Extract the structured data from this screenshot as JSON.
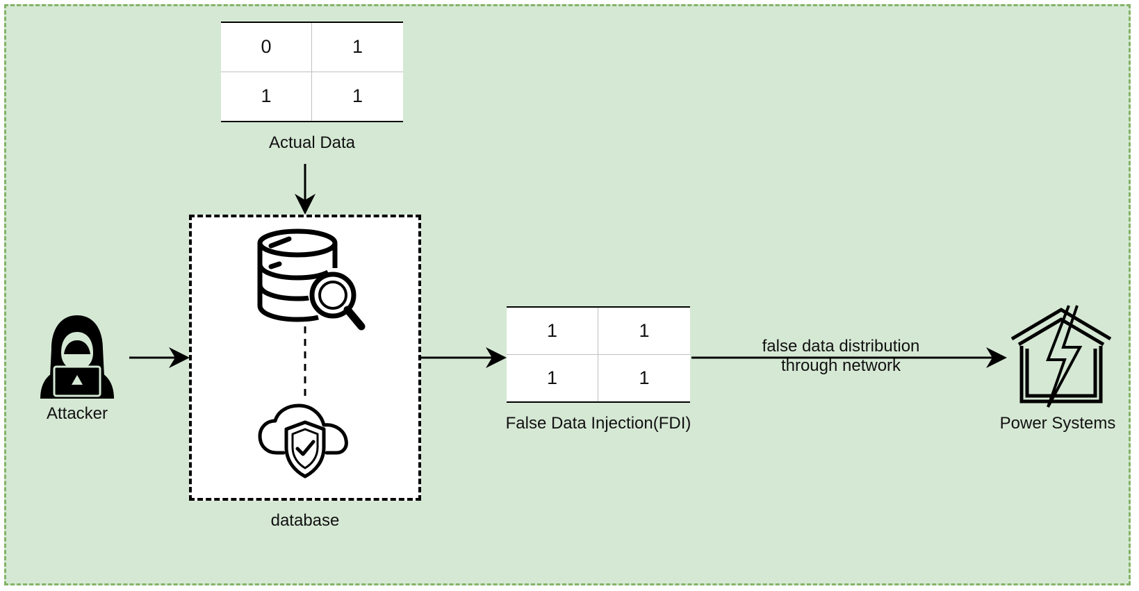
{
  "actual_data": {
    "label": "Actual Data",
    "cells": [
      [
        "0",
        "1"
      ],
      [
        "1",
        "1"
      ]
    ]
  },
  "database": {
    "label": "database"
  },
  "attacker": {
    "label": "Attacker"
  },
  "fdi": {
    "label": "False Data Injection(FDI)",
    "cells": [
      [
        "1",
        "1"
      ],
      [
        "1",
        "1"
      ]
    ]
  },
  "network_edge": {
    "label_line1": "false data distribution",
    "label_line2": "through network"
  },
  "power": {
    "label": "Power Systems"
  },
  "icons": {
    "attacker": "hooded-hacker-laptop-icon",
    "database": "database-search-icon",
    "cloud": "cloud-shield-check-icon",
    "power": "house-lightning-icon"
  },
  "colors": {
    "background": "#d5e8d4",
    "frame_border": "#82b366",
    "stroke": "#000000"
  }
}
